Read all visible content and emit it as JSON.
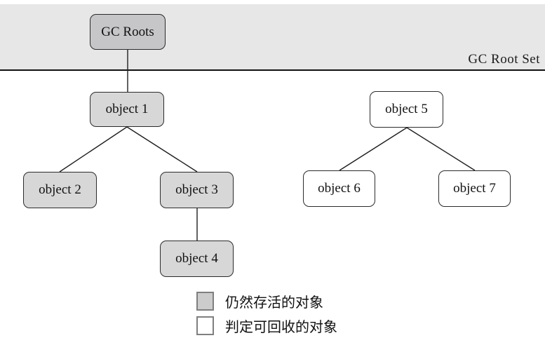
{
  "band": {
    "label": "GC Root Set",
    "fill": "#e7e7e7"
  },
  "nodes": {
    "gc_roots": {
      "label": "GC Roots",
      "status": "root"
    },
    "object1": {
      "label": "object 1",
      "status": "alive"
    },
    "object2": {
      "label": "object 2",
      "status": "alive"
    },
    "object3": {
      "label": "object 3",
      "status": "alive"
    },
    "object4": {
      "label": "object 4",
      "status": "alive"
    },
    "object5": {
      "label": "object 5",
      "status": "collectable"
    },
    "object6": {
      "label": "object 6",
      "status": "collectable"
    },
    "object7": {
      "label": "object 7",
      "status": "collectable"
    }
  },
  "edges": [
    "gc_roots->object1",
    "object1->object2",
    "object1->object3",
    "object3->object4",
    "object5->object6",
    "object5->object7"
  ],
  "legend": {
    "alive": {
      "label": "仍然存活的对象",
      "swatch_color": "#cccccc"
    },
    "collectable": {
      "label": "判定可回收的对象",
      "swatch_color": "#ffffff"
    }
  },
  "colors": {
    "root_fill": "#c6c6c9",
    "alive_fill": "#d7d7d7",
    "collectable_fill": "#ffffff",
    "band_fill": "#e7e7e7",
    "line": "#1f1f1f"
  }
}
